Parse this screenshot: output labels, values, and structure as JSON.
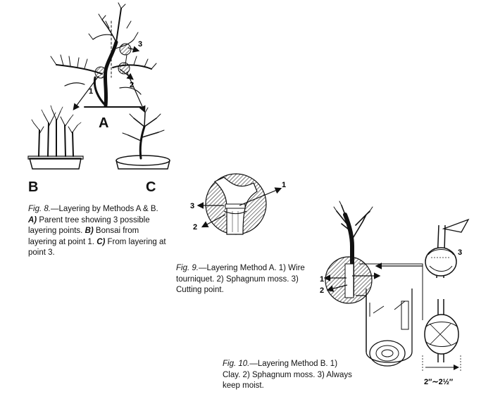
{
  "fig8": {
    "labels": {
      "A": "A",
      "B": "B",
      "C": "C",
      "p1": "1",
      "p2": "2",
      "p3": "3"
    },
    "caption": {
      "fig": "Fig. 8.",
      "dash": "—",
      "title": "Layering by Methods A & B.",
      "a_key": "A)",
      "a_text": "Parent tree showing 3 possible layering points.",
      "b_key": "B)",
      "b_text": "Bonsai from layering at point 1.",
      "c_key": "C)",
      "c_text": "From layering at point 3."
    }
  },
  "fig9": {
    "labels": {
      "p1": "1",
      "p2": "2",
      "p3": "3"
    },
    "caption": {
      "fig": "Fig. 9.",
      "dash": "—",
      "title": "Layering Method A.",
      "text": "1) Wire tourniquet. 2) Sphagnum moss. 3) Cutting point."
    }
  },
  "fig10": {
    "labels": {
      "p1": "1",
      "p2": "2",
      "p3": "3",
      "dim": "2″∼2½″"
    },
    "caption": {
      "fig": "Fig. 10.",
      "dash": "—",
      "title": "Layering Method B.",
      "text": "1) Clay. 2) Sphagnum moss. 3) Always keep moist."
    }
  }
}
